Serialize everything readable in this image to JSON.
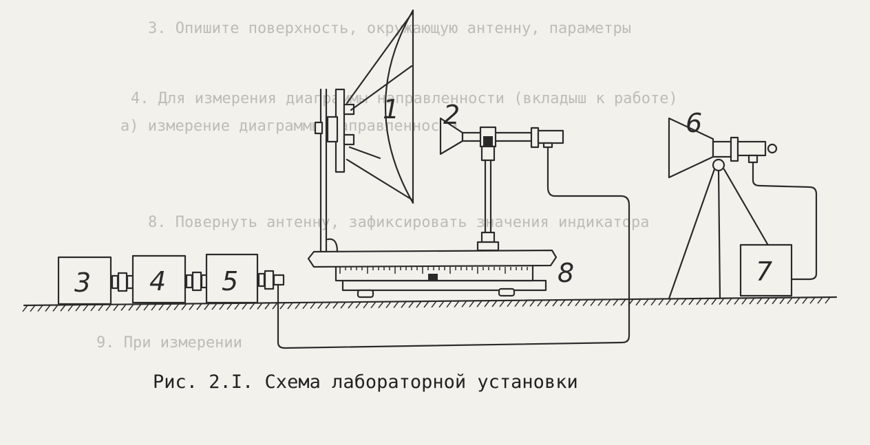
{
  "caption": "Рис. 2.I. Схема лабораторной установки",
  "labels": {
    "n1": "1",
    "n2": "2",
    "n3": "3",
    "n4": "4",
    "n5": "5",
    "n6": "6",
    "n7": "7",
    "n8": "8"
  },
  "background_text": [
    "3. Опишите поверхность, окружающую антенну, параметры",
    "4. Для измерения диаграммы направленности (вкладыш к работе)",
    "а) измерение диаграммы направленности",
    "8. Повернуть антенну, зафиксировать значения индикатора",
    "9. При измерении"
  ],
  "colors": {
    "ink": "#2a2a2a",
    "paper": "#f2f1ec",
    "faded_text": "#bdbcb6"
  }
}
